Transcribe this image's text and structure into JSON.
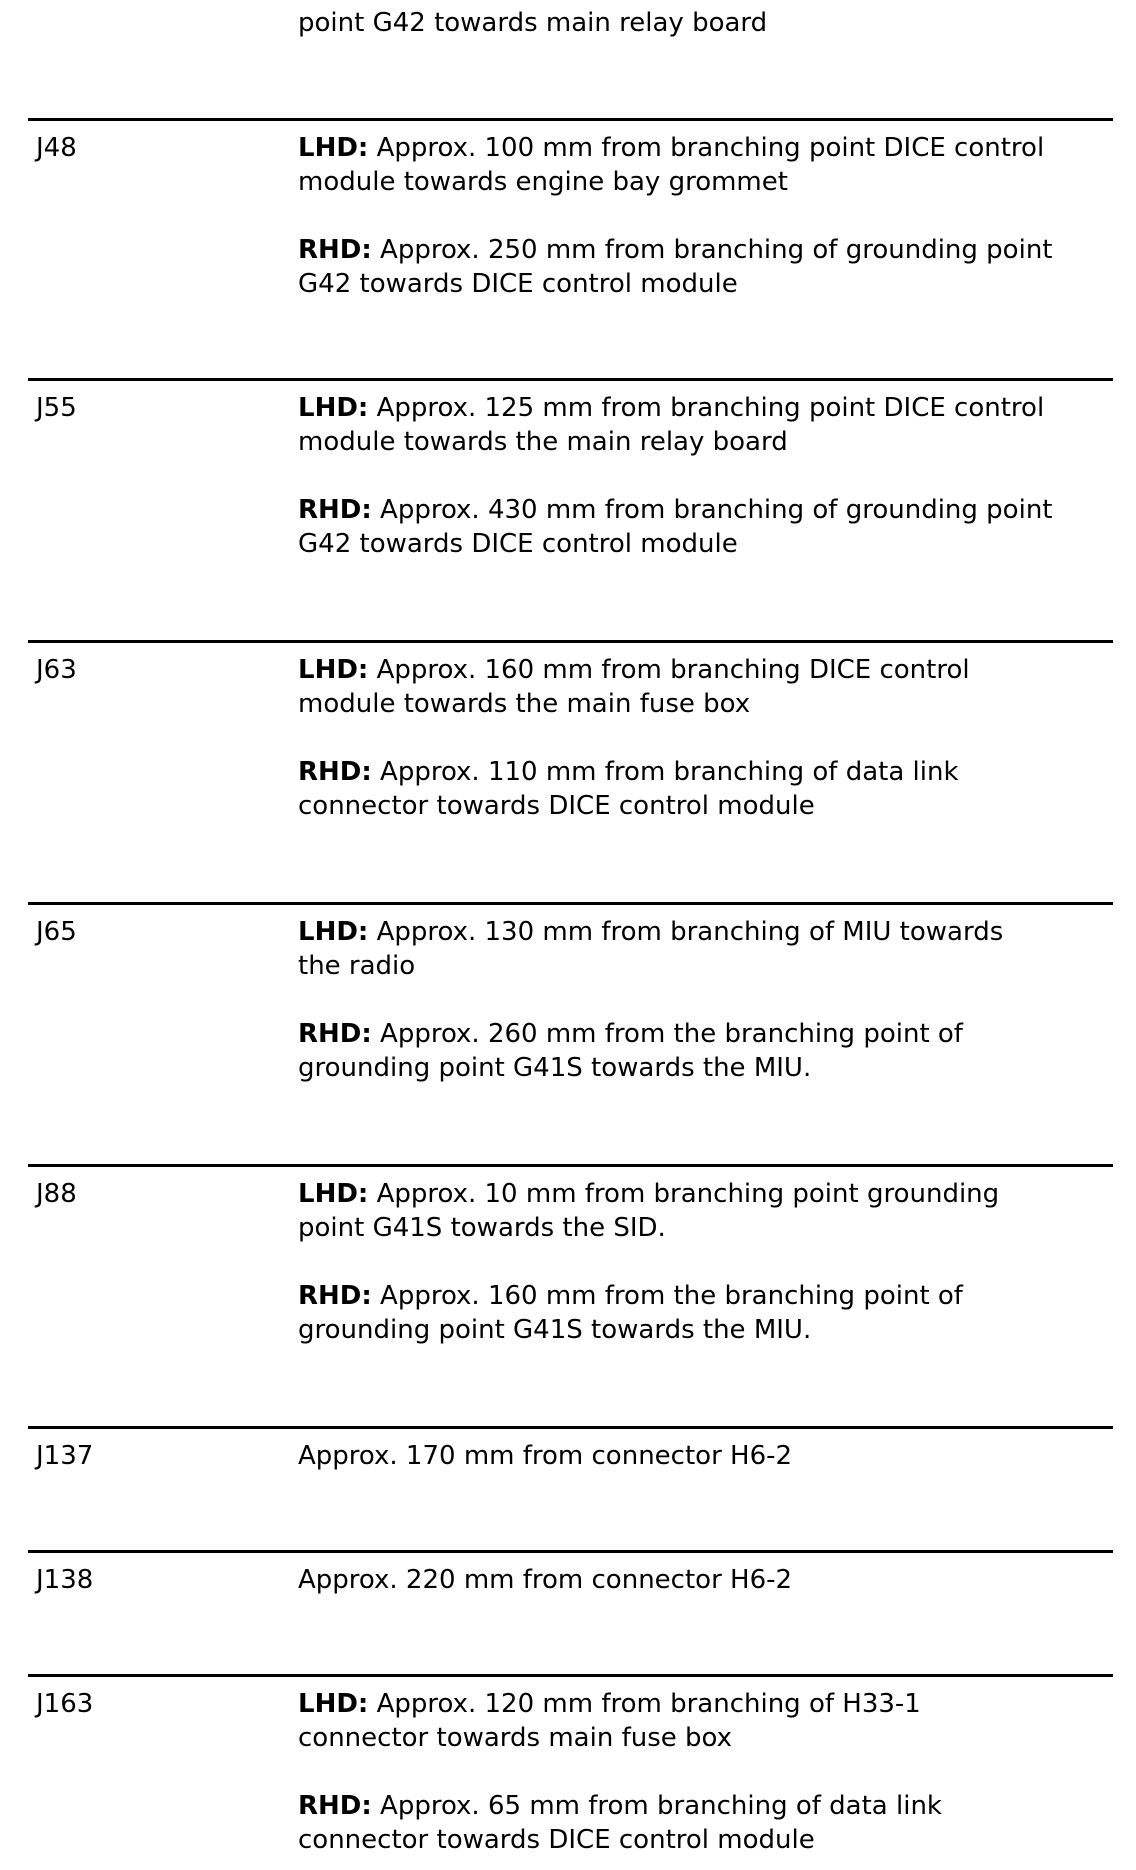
{
  "intro_text": "point G42 towards main relay board",
  "rows": [
    {
      "connector": "J48",
      "entries": [
        {
          "tag": "LHD:",
          "lines": [
            " Approx. 100 mm from branching point DICE control",
            "module towards engine bay grommet"
          ]
        },
        {
          "tag": "RHD:",
          "lines": [
            " Approx. 250 mm from branching of grounding point",
            "G42 towards DICE control module"
          ]
        }
      ]
    },
    {
      "connector": "J55",
      "entries": [
        {
          "tag": "LHD:",
          "lines": [
            " Approx. 125 mm from branching point DICE control",
            "module towards the main relay board"
          ]
        },
        {
          "tag": "RHD:",
          "lines": [
            " Approx. 430 mm from branching of grounding point",
            "G42 towards DICE control module"
          ]
        }
      ]
    },
    {
      "connector": "J63",
      "entries": [
        {
          "tag": "LHD:",
          "lines": [
            " Approx. 160 mm from branching DICE control",
            "module towards the main fuse box"
          ]
        },
        {
          "tag": "RHD:",
          "lines": [
            " Approx. 110 mm from branching of data link",
            "connector towards DICE control module"
          ]
        }
      ]
    },
    {
      "connector": "J65",
      "entries": [
        {
          "tag": "LHD:",
          "lines": [
            " Approx. 130 mm from branching of MIU towards",
            "the radio"
          ]
        },
        {
          "tag": "RHD:",
          "lines": [
            " Approx. 260 mm from the branching point of",
            "grounding point G41S towards the MIU."
          ]
        }
      ]
    },
    {
      "connector": "J88",
      "entries": [
        {
          "tag": "LHD:",
          "lines": [
            " Approx. 10 mm from branching point grounding",
            "point G41S towards the SID."
          ]
        },
        {
          "tag": "RHD:",
          "lines": [
            " Approx. 160 mm from the branching point of",
            "grounding point G41S towards the MIU."
          ]
        }
      ]
    },
    {
      "connector": "J137",
      "entries": [
        {
          "tag": "",
          "lines": [
            "Approx. 170 mm from connector H6-2"
          ]
        }
      ]
    },
    {
      "connector": "J138",
      "entries": [
        {
          "tag": "",
          "lines": [
            "Approx. 220 mm from connector H6-2"
          ]
        }
      ]
    },
    {
      "connector": "J163",
      "entries": [
        {
          "tag": "LHD:",
          "lines": [
            " Approx. 120 mm from branching of H33-1",
            "connector towards main fuse box"
          ]
        },
        {
          "tag": "RHD:",
          "lines": [
            " Approx. 65 mm from branching of data link",
            "connector towards DICE control module"
          ]
        }
      ]
    }
  ]
}
